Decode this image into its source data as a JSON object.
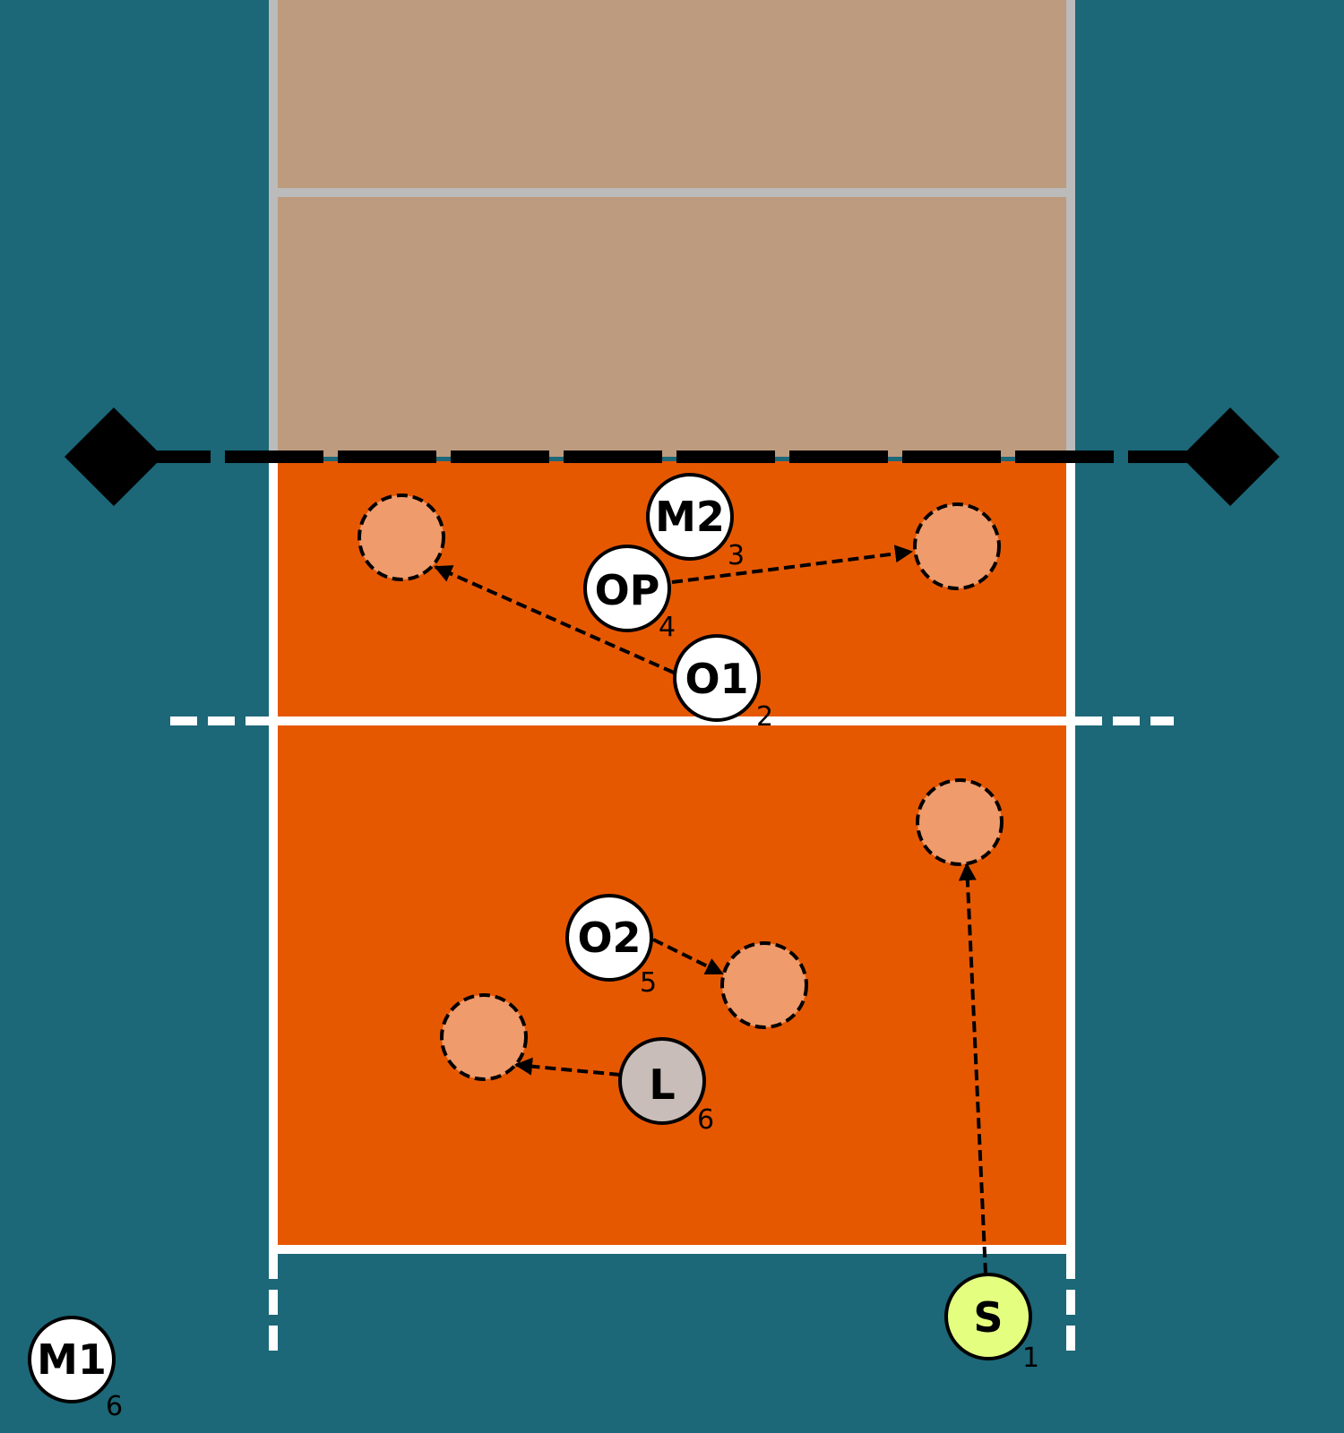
{
  "colors": {
    "background": "#1c6778",
    "opponent_court": "#bd9b7e",
    "own_court": "#e65800",
    "court_line_opponent": "#bbbbbb",
    "court_line": "#ffffff",
    "net": "#000000",
    "target": "#ef9b6b",
    "player_default": "#ffffff",
    "player_setter": "#e4ff80",
    "player_libero": "#c8bdb8"
  },
  "players": [
    {
      "id": "M2",
      "label": "M2",
      "number": "3",
      "role": "middle",
      "fill": "#ffffff"
    },
    {
      "id": "OP",
      "label": "OP",
      "number": "4",
      "role": "opposite",
      "fill": "#ffffff"
    },
    {
      "id": "O1",
      "label": "O1",
      "number": "2",
      "role": "outside",
      "fill": "#ffffff"
    },
    {
      "id": "O2",
      "label": "O2",
      "number": "5",
      "role": "outside",
      "fill": "#ffffff"
    },
    {
      "id": "L",
      "label": "L",
      "number": "6",
      "role": "libero",
      "fill": "#c8bdb8"
    },
    {
      "id": "S",
      "label": "S",
      "number": "1",
      "role": "setter",
      "fill": "#e4ff80"
    },
    {
      "id": "M1",
      "label": "M1",
      "number": "6",
      "role": "middle",
      "fill": "#ffffff"
    }
  ],
  "movements": [
    {
      "from": "O1",
      "to": "target-front-left"
    },
    {
      "from": "OP",
      "to": "target-front-right"
    },
    {
      "from": "O2",
      "to": "target-back-middle"
    },
    {
      "from": "L",
      "to": "target-back-left"
    },
    {
      "from": "S",
      "to": "target-back-right"
    }
  ]
}
